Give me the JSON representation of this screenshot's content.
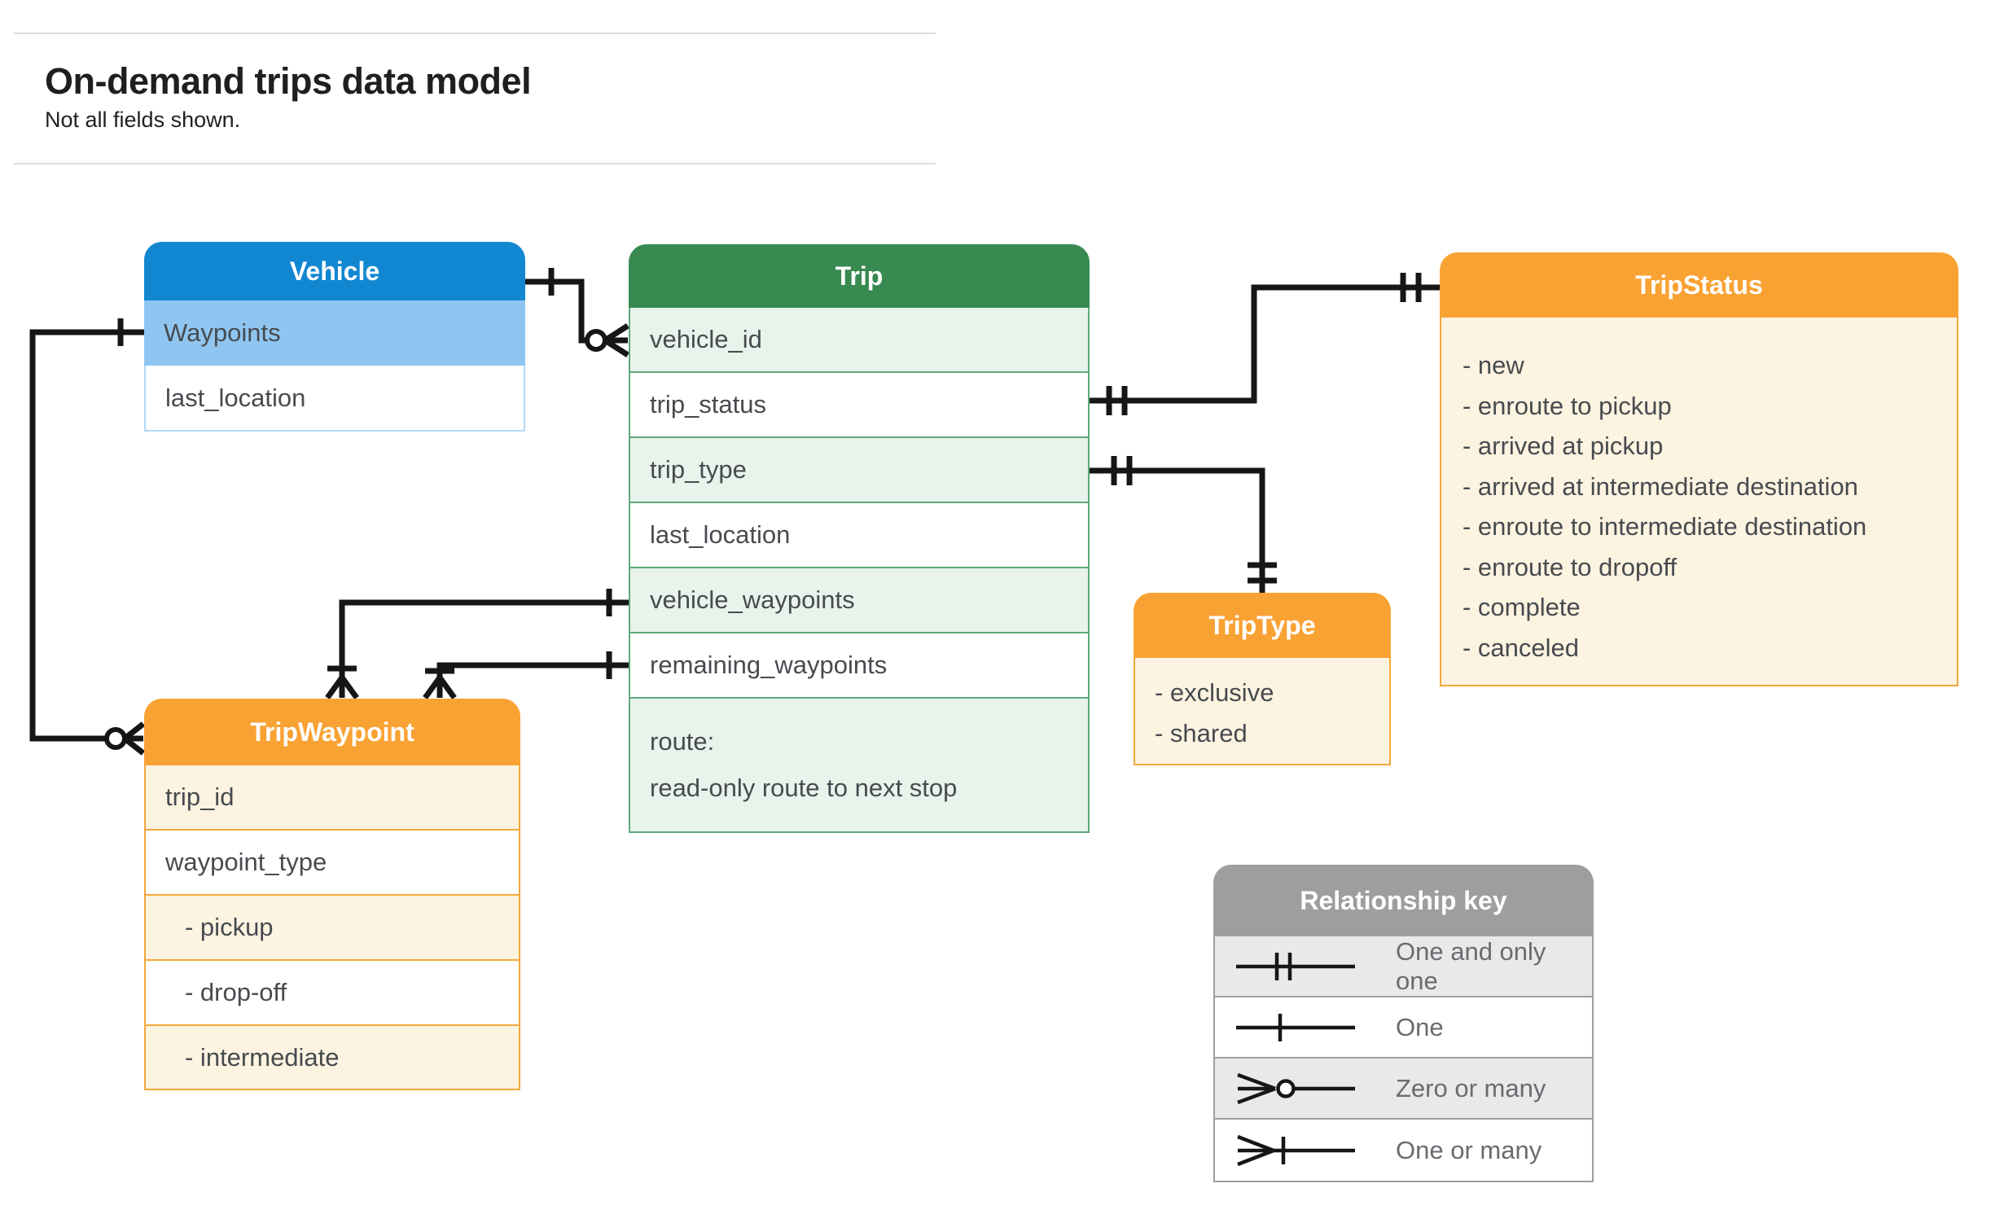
{
  "header": {
    "title": "On-demand trips data model",
    "subtitle": "Not all fields shown."
  },
  "tables": {
    "vehicle": {
      "title": "Vehicle",
      "rows": [
        {
          "label": "Waypoints"
        },
        {
          "label": "last_location"
        }
      ]
    },
    "trip": {
      "title": "Trip",
      "rows": [
        {
          "label": "vehicle_id"
        },
        {
          "label": "trip_status"
        },
        {
          "label": "trip_type"
        },
        {
          "label": "last_location"
        },
        {
          "label": "vehicle_waypoints"
        },
        {
          "label": "remaining_waypoints"
        },
        {
          "label": "route:",
          "sublabel": "read-only route to next stop"
        }
      ]
    },
    "trip_status": {
      "title": "TripStatus",
      "items": [
        "- new",
        "- enroute to pickup",
        "- arrived at pickup",
        "- arrived at intermediate destination",
        "- enroute to intermediate destination",
        "- enroute to dropoff",
        "- complete",
        "- canceled"
      ]
    },
    "trip_waypoint": {
      "title": "TripWaypoint",
      "rows": [
        {
          "label": "trip_id"
        },
        {
          "label": "waypoint_type"
        },
        {
          "label": "- pickup"
        },
        {
          "label": "- drop-off"
        },
        {
          "label": "- intermediate"
        }
      ]
    },
    "trip_type": {
      "title": "TripType",
      "items": [
        "- exclusive",
        "- shared"
      ]
    }
  },
  "legend": {
    "title": "Relationship key",
    "rows": [
      {
        "symbol": "one-and-only-one",
        "label": "One and only one"
      },
      {
        "symbol": "one",
        "label": "One"
      },
      {
        "symbol": "zero-or-many",
        "label": "Zero or many"
      },
      {
        "symbol": "one-or-many",
        "label": "One or many"
      }
    ]
  },
  "relationships": [
    {
      "from": "Vehicle",
      "to": "Trip.vehicle_id",
      "from_cardinality": "one",
      "to_cardinality": "zero-or-many"
    },
    {
      "from": "Trip.trip_status",
      "to": "TripStatus",
      "from_cardinality": "one-and-only-one",
      "to_cardinality": "one-and-only-one"
    },
    {
      "from": "Trip.trip_type",
      "to": "TripType",
      "from_cardinality": "one-and-only-one",
      "to_cardinality": "one-and-only-one"
    },
    {
      "from": "Trip.vehicle_waypoints",
      "to": "TripWaypoint",
      "from_cardinality": "one",
      "to_cardinality": "one-or-many"
    },
    {
      "from": "Trip.remaining_waypoints",
      "to": "TripWaypoint",
      "from_cardinality": "one",
      "to_cardinality": "one-or-many"
    },
    {
      "from": "Vehicle.Waypoints",
      "to": "TripWaypoint",
      "from_cardinality": "one",
      "to_cardinality": "zero-or-many"
    }
  ],
  "colors": {
    "vehicle_header": "#1287d1",
    "vehicle_row_tint": "#8fc6f1",
    "trip_header": "#388a51",
    "trip_row_tint": "#e8f3ec",
    "trip_border": "#5fa97c",
    "orange_header": "#f9a234",
    "orange_row_tint": "#fdf3e1",
    "orange_border": "#f3a93c",
    "legend_header": "#9e9e9e",
    "legend_row_tint": "#e9e9e9",
    "connector": "#161616"
  }
}
